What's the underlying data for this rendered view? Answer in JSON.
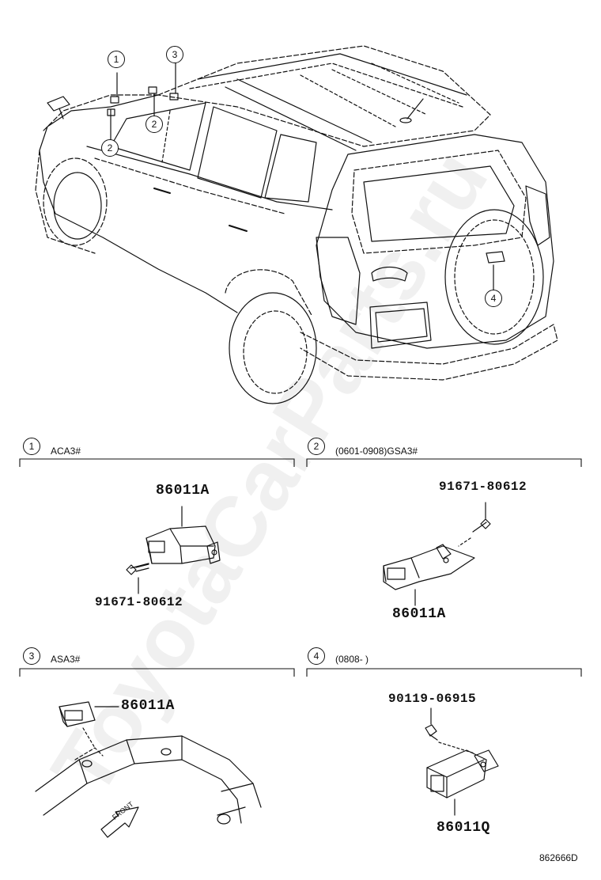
{
  "watermark": "ToyotaCarParts.ru",
  "callouts": {
    "one": "1",
    "two": "2",
    "three": "3",
    "four": "4"
  },
  "sections": [
    {
      "num": "1",
      "header": "ACA3#"
    },
    {
      "num": "2",
      "header": "(0601-0908)GSA3#"
    },
    {
      "num": "3",
      "header": "ASA3#"
    },
    {
      "num": "4",
      "header": "(0808-        )"
    }
  ],
  "parts": {
    "s1_sensor": "86011A",
    "s1_bolt": "91671-80612",
    "s2_bolt": "91671-80612",
    "s2_sensor": "86011A",
    "s3_sensor": "86011A",
    "s4_bolt": "90119-06915",
    "s4_sensor": "86011Q"
  },
  "arrow_label": "FRONT",
  "illustration_id": "862666D"
}
